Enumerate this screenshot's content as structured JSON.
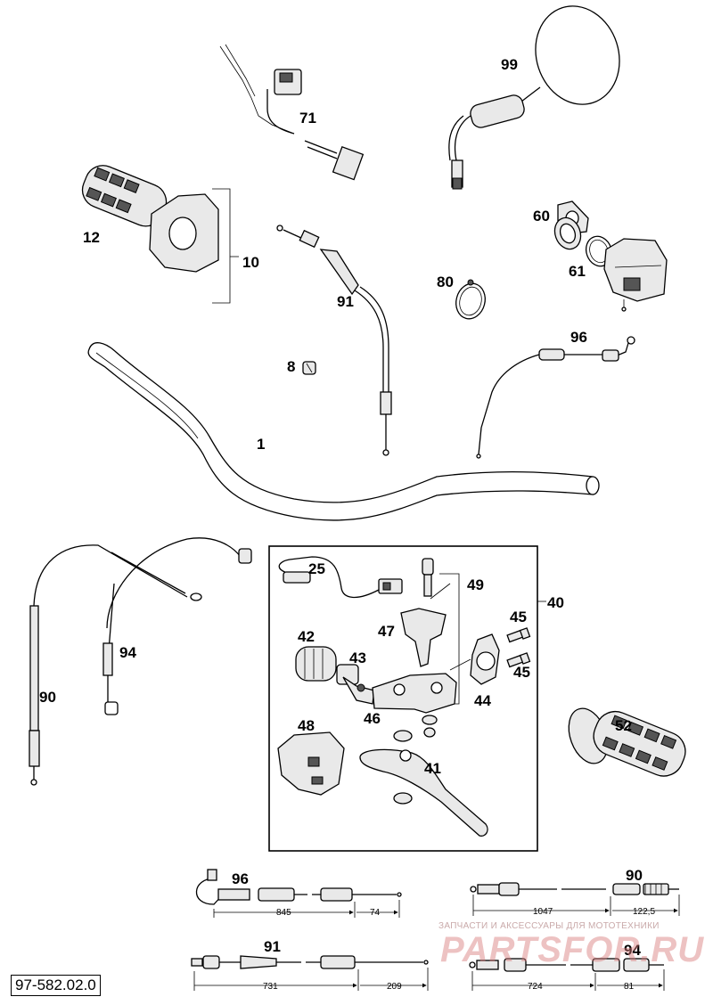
{
  "diagram": {
    "code": "97-582.02.0",
    "labels": {
      "p1": "1",
      "p8": "8",
      "p10": "10",
      "p12": "12",
      "p25": "25",
      "p40": "40",
      "p41": "41",
      "p42": "42",
      "p43": "43",
      "p44": "44",
      "p45a": "45",
      "p45b": "45",
      "p46": "46",
      "p47": "47",
      "p48": "48",
      "p49": "49",
      "p52": "52",
      "p60": "60",
      "p61": "61",
      "p71": "71",
      "p80": "80",
      "p90": "90",
      "p91": "91",
      "p94": "94",
      "p96": "96",
      "p99": "99"
    },
    "cable_specs": [
      {
        "part": "96",
        "length_main": "845",
        "length_end": "74"
      },
      {
        "part": "90",
        "length_main": "1047",
        "length_end": "122,5"
      },
      {
        "part": "91",
        "length_main": "731",
        "length_end": "209"
      },
      {
        "part": "94",
        "length_main": "724",
        "length_end": "81"
      }
    ]
  },
  "watermark": {
    "text": "ЗАПЧАСТИ И АКСЕССУАРЫ ДЛЯ МОТОТЕХНИКИ",
    "logo": "PARTSFOR.RU"
  }
}
